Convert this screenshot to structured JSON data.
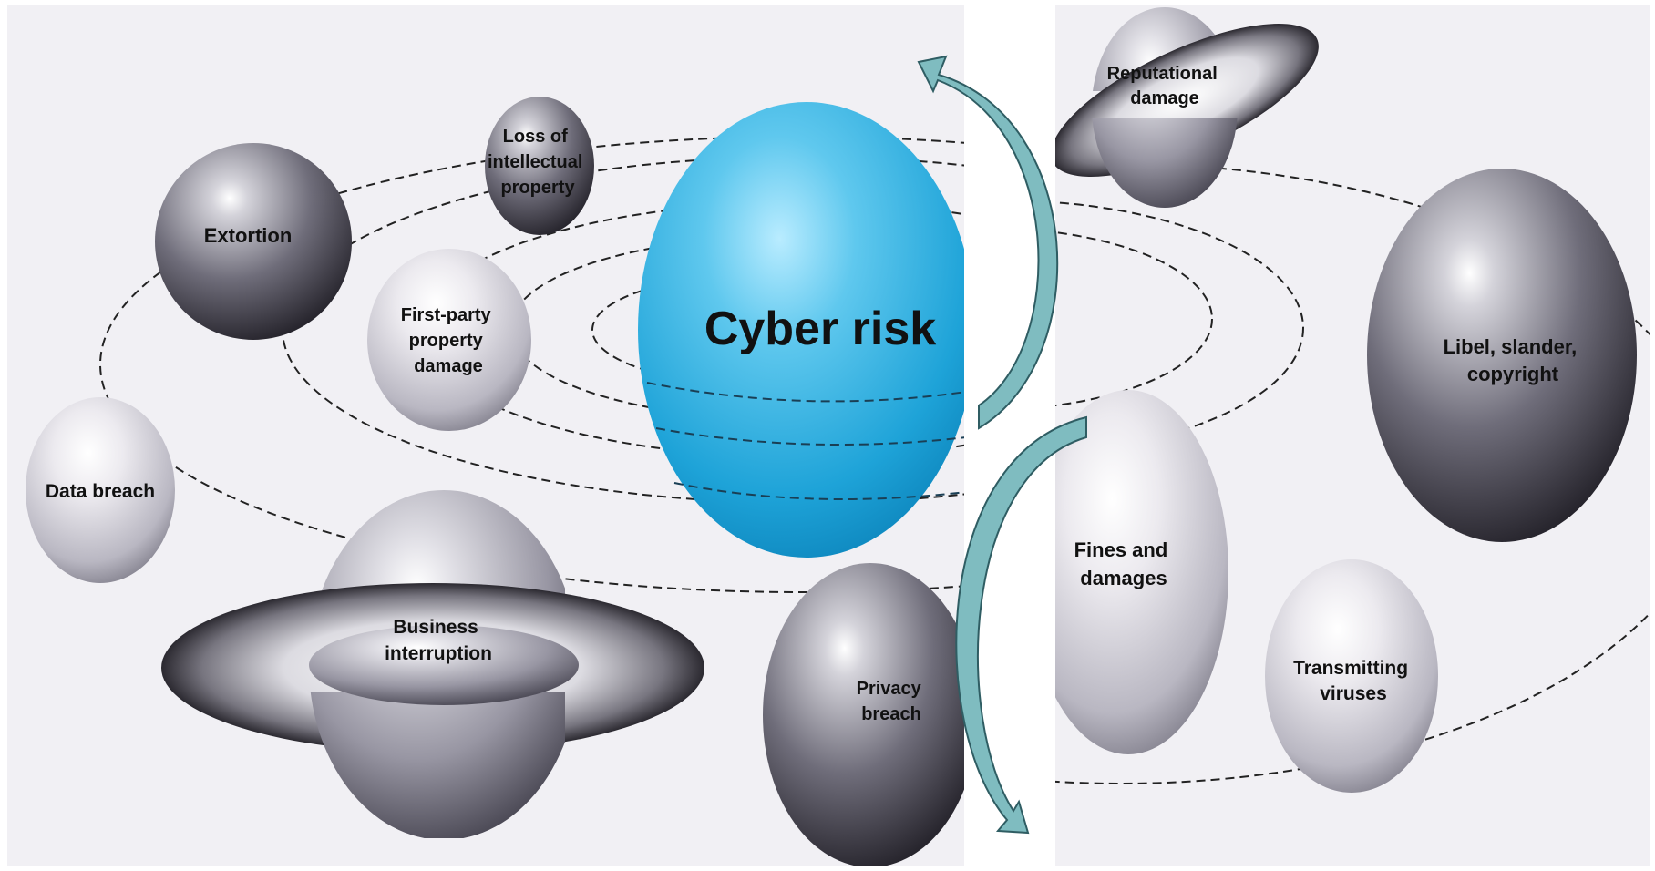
{
  "diagram": {
    "center": {
      "label": "Cyber risk",
      "color": "#1ea3d8"
    },
    "nodes": [
      {
        "key": "extortion",
        "lines": [
          "Extortion"
        ]
      },
      {
        "key": "loss-ip",
        "lines": [
          "Loss of",
          "intellectual",
          "property"
        ]
      },
      {
        "key": "first-party",
        "lines": [
          "First-party",
          "property",
          "damage"
        ]
      },
      {
        "key": "data-breach",
        "lines": [
          "Data breach"
        ]
      },
      {
        "key": "business-interruption",
        "lines": [
          "Business",
          "interruption"
        ]
      },
      {
        "key": "privacy-breach",
        "lines": [
          "Privacy",
          "breach"
        ]
      },
      {
        "key": "reputational",
        "lines": [
          "Reputational",
          "damage"
        ]
      },
      {
        "key": "libel",
        "lines": [
          "Libel, slander,",
          "copyright"
        ]
      },
      {
        "key": "fines",
        "lines": [
          "Fines and",
          "damages"
        ]
      },
      {
        "key": "viruses",
        "lines": [
          "Transmitting",
          "viruses"
        ]
      }
    ],
    "colors": {
      "arrow": "#7fbcc0",
      "arrow_edge": "#2f5d63",
      "sphere_dark": "#2c2a33",
      "sphere_light": "#dedde3"
    }
  }
}
